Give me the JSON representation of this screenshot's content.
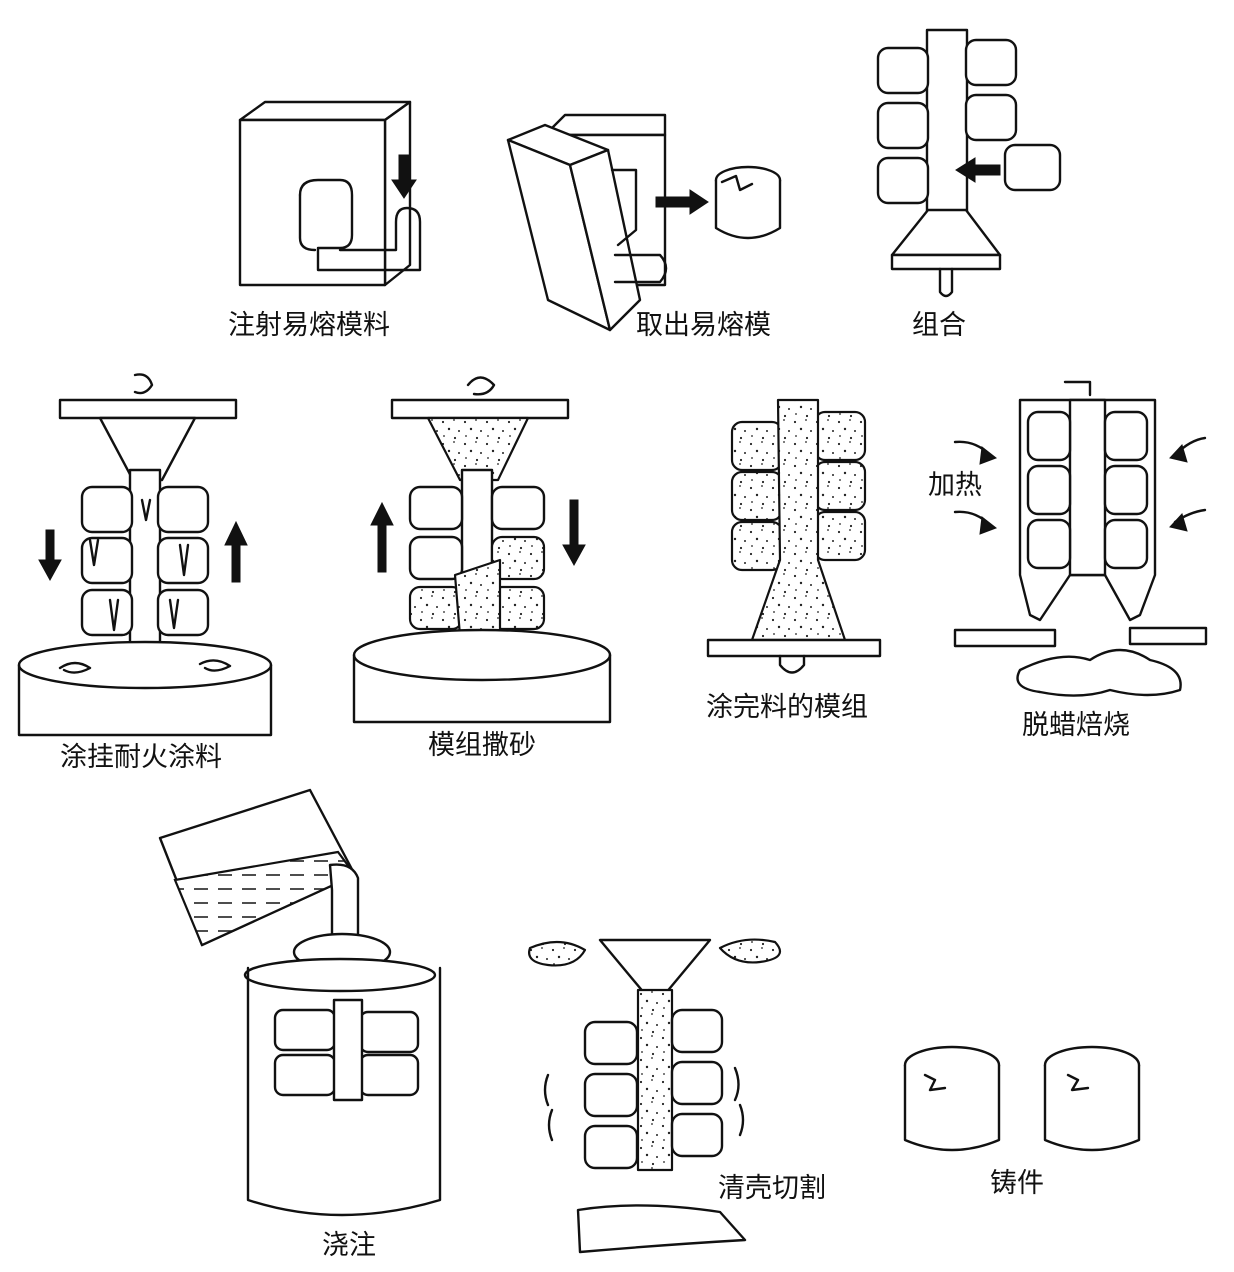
{
  "steps": [
    {
      "id": "inject",
      "label": "注射易熔模料"
    },
    {
      "id": "remove",
      "label": "取出易熔模"
    },
    {
      "id": "assemble",
      "label": "组合"
    },
    {
      "id": "dip-coat",
      "label": "涂挂耐火涂料"
    },
    {
      "id": "stucco",
      "label": "模组撒砂"
    },
    {
      "id": "coated-cluster",
      "label": "涂完料的模组"
    },
    {
      "id": "dewax",
      "label": "脱蜡焙烧"
    },
    {
      "id": "pour",
      "label": "浇注"
    },
    {
      "id": "knockout",
      "label": "清壳切割"
    },
    {
      "id": "casting",
      "label": "铸件"
    }
  ],
  "annotations": {
    "heating": "加热"
  }
}
